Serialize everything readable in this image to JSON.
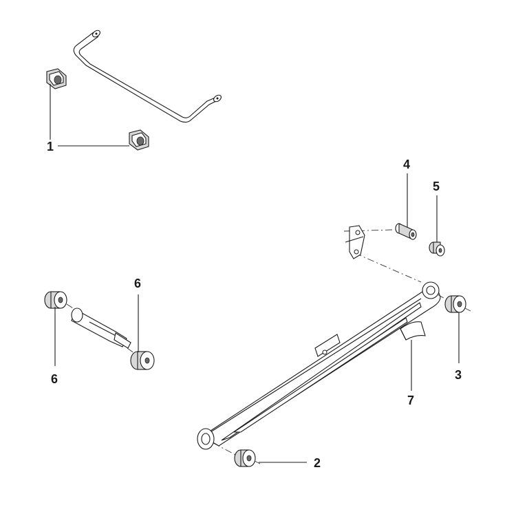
{
  "callouts": [
    {
      "id": "1",
      "label": "1"
    },
    {
      "id": "2",
      "label": "2"
    },
    {
      "id": "3",
      "label": "3"
    },
    {
      "id": "4",
      "label": "4"
    },
    {
      "id": "5",
      "label": "5"
    },
    {
      "id": "6a",
      "label": "6"
    },
    {
      "id": "6b",
      "label": "6"
    },
    {
      "id": "7",
      "label": "7"
    }
  ],
  "parts": [
    "anti-roll-bar",
    "anti-roll-bar-bush",
    "leaf-spring",
    "spring-eye-bush",
    "shackle-plate",
    "shackle-pin",
    "shackle-bush",
    "shock-absorber",
    "shock-absorber-bush",
    "leaf-clip-pad"
  ]
}
